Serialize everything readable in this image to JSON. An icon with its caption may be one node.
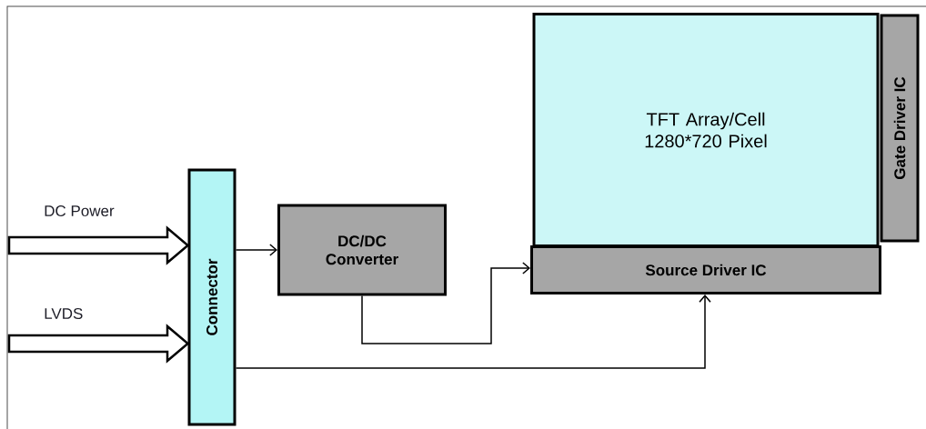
{
  "diagram": {
    "nodes": [
      {
        "text": [
          "Connector"
        ]
      },
      {
        "text": [
          "DC/DC Converter"
        ]
      },
      {
        "text": [
          "TFT Array/Cell 1280*720 Pixel"
        ]
      },
      {
        "text": [
          "Source Driver IC"
        ]
      },
      {
        "text": [
          "Gate Driver IC"
        ]
      }
    ],
    "edges": [
      {
        "from": null,
        "to": 0,
        "arrow": "to",
        "label": "DC Power",
        "style": "thick"
      },
      {
        "from": null,
        "to": 0,
        "arrow": "to",
        "label": "LVDS",
        "style": "thick"
      },
      {
        "from": 0,
        "to": 1,
        "arrow": "to"
      },
      {
        "from": 1,
        "to": 3,
        "arrow": "to"
      },
      {
        "from": 0,
        "to": 3,
        "arrow": "to"
      }
    ]
  }
}
